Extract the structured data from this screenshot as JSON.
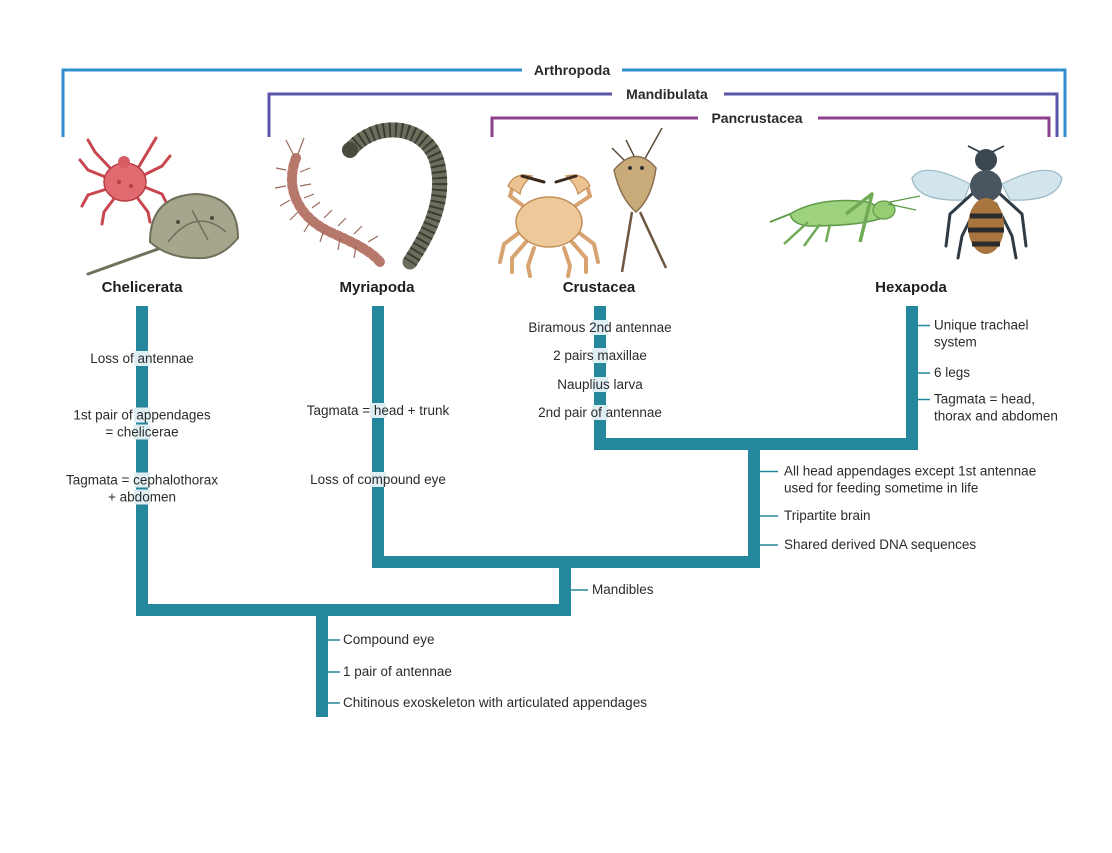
{
  "colors": {
    "tree": "#24879c",
    "arthropoda": "#2f8fd0",
    "mandibulata": "#5a55a8",
    "pancrustacea": "#8e3f8c"
  },
  "brackets": {
    "arthropoda": "Arthropoda",
    "mandibulata": "Mandibulata",
    "pancrustacea": "Pancrustacea"
  },
  "taxa": {
    "chelicerata": {
      "name": "Chelicerata",
      "traits": [
        [
          "Loss of antennae"
        ],
        [
          "1st pair of appendages",
          "= chelicerae"
        ],
        [
          "Tagmata = cephalothorax",
          "+ abdomen"
        ]
      ]
    },
    "myriapoda": {
      "name": "Myriapoda",
      "traits": [
        [
          "Tagmata = head + trunk"
        ],
        [
          "Loss of compound eye"
        ]
      ]
    },
    "crustacea": {
      "name": "Crustacea",
      "traits": [
        [
          "Biramous 2nd antennae"
        ],
        [
          "2 pairs maxillae"
        ],
        [
          "Nauplius larva"
        ],
        [
          "2nd pair of antennae"
        ]
      ]
    },
    "hexapoda": {
      "name": "Hexapoda",
      "traits": [
        [
          "Unique trachael",
          "system"
        ],
        [
          "6 legs"
        ],
        [
          "Tagmata = head,",
          "thorax and abdomen"
        ]
      ]
    }
  },
  "nodes": {
    "pancrustacea": [
      [
        "All head appendages except 1st antennae",
        "used for feeding sometime in life"
      ],
      [
        "Tripartite brain"
      ],
      [
        "Shared derived DNA sequences"
      ]
    ],
    "mandibulata": [
      [
        "Mandibles"
      ]
    ],
    "arthropoda": [
      [
        "Compound eye"
      ],
      [
        "1 pair of antennae"
      ],
      [
        "Chitinous exoskeleton with articulated appendages"
      ]
    ]
  },
  "icons": [
    "mite-icon",
    "horseshoe-crab-icon",
    "centipede-icon",
    "millipede-icon",
    "crab-icon",
    "tadpole-shrimp-icon",
    "grasshopper-icon",
    "bee-icon"
  ]
}
